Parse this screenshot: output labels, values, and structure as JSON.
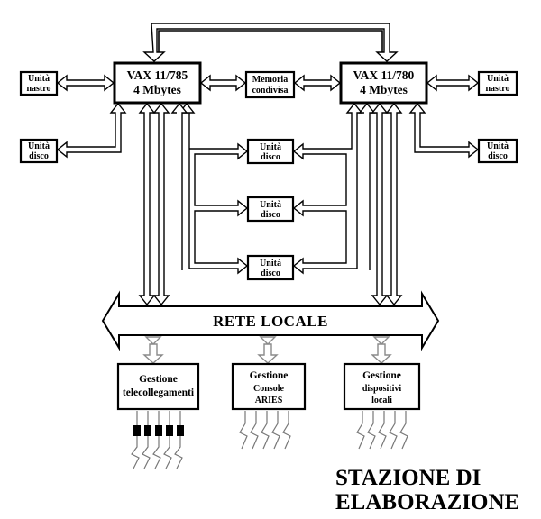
{
  "title": {
    "line1": "STAZIONE DI",
    "line2": "ELABORAZIONE"
  },
  "vax_left": {
    "line1": "VAX 11/785",
    "line2": "4 Mbytes"
  },
  "vax_right": {
    "line1": "VAX 11/780",
    "line2": "4 Mbytes"
  },
  "shared_memory": {
    "line1": "Memoria",
    "line2": "condivisa"
  },
  "tape_left": {
    "line1": "Unità",
    "line2": "nastro"
  },
  "tape_right": {
    "line1": "Unità",
    "line2": "nastro"
  },
  "disk_left": {
    "line1": "Unità",
    "line2": "disco"
  },
  "disk_right": {
    "line1": "Unità",
    "line2": "disco"
  },
  "disk_shared": [
    {
      "line1": "Unità",
      "line2": "disco"
    },
    {
      "line1": "Unità",
      "line2": "disco"
    },
    {
      "line1": "Unità",
      "line2": "disco"
    }
  ],
  "network": {
    "label": "RETE LOCALE"
  },
  "gestione": [
    {
      "line1": "Gestione",
      "line2": "telecollegamenti",
      "line3": ""
    },
    {
      "line1": "Gestione",
      "line2": "Console",
      "line3": "ARIES"
    },
    {
      "line1": "Gestione",
      "line2": "dispositivi",
      "line3": "locali"
    }
  ]
}
